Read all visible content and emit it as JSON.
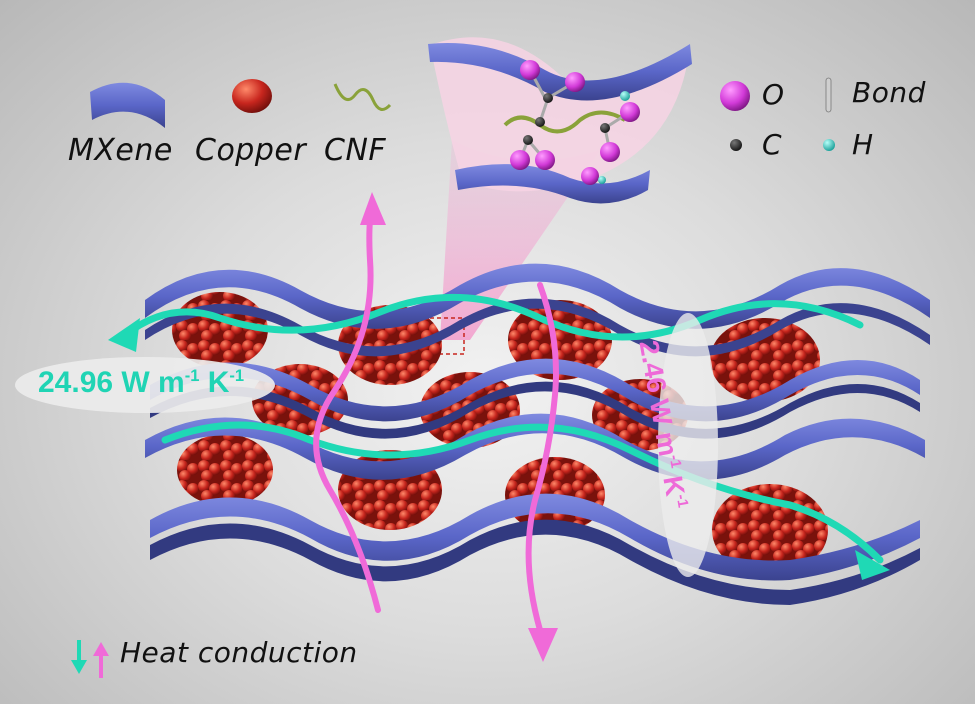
{
  "legend": {
    "mxene_label": "MXene",
    "copper_label": "Copper",
    "cnf_label": "CNF",
    "oxygen_label": "O",
    "carbon_label": "C",
    "bond_label": "Bond",
    "hydrogen_label": "H",
    "heat_label": "Heat conduction"
  },
  "annotations": {
    "inplane_value": "24.96 W m",
    "inplane_unit_exp1": "-1",
    "inplane_unit_k": " K",
    "inplane_unit_exp2": "-1",
    "crossplane_value": "2.46 W m",
    "crossplane_unit_exp1": "-1",
    "crossplane_unit_k": " K",
    "crossplane_unit_exp2": "-1"
  },
  "colors": {
    "mxene": "#5a66c8",
    "copper": "#c8261e",
    "cnf": "#8aa23a",
    "oxygen": "#d23ad8",
    "carbon": "#222222",
    "hydrogen": "#2fd0c8",
    "inplane_arrow": "#1fd9b5",
    "crossplane_arrow": "#f06ad8"
  }
}
